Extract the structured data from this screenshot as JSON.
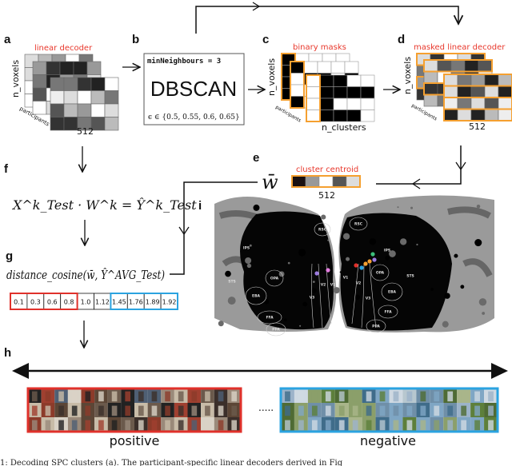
{
  "panels": {
    "a": {
      "label": "a",
      "title": "linear decoder",
      "y_axis": "n_voxels",
      "depth_axis": "participants",
      "x_axis": "512"
    },
    "b": {
      "label": "b",
      "param1": "minNeighbours = 3",
      "method": "DBSCAN",
      "param2": "ϵ ∈ {0.5, 0.55, 0.6, 0.65}"
    },
    "c": {
      "label": "c",
      "title": "binary masks",
      "y_axis": "n_voxels",
      "depth_axis": "participants",
      "x_axis": "n_clusters"
    },
    "d": {
      "label": "d",
      "title": "masked linear decoder",
      "y_axis": "n_voxels",
      "depth_axis": "participants",
      "x_axis": "512"
    },
    "e": {
      "label": "e",
      "symbol": "w̄",
      "title": "cluster centroid",
      "x_axis": "512"
    },
    "f": {
      "label": "f",
      "formula": "X^k_Test · W^k = Ŷ^k_Test"
    },
    "g": {
      "label": "g",
      "formula": "distance_cosine(w̄, Ŷ^AVG_Test)",
      "distances": [
        "0.1",
        "0.3",
        "0.6",
        "0.8",
        "1.0",
        "1.12",
        "1.45",
        "1.76",
        "1.89",
        "1.92"
      ],
      "groups": [
        "positive",
        "positive",
        "positive",
        "positive",
        "neutral",
        "neutral",
        "negative",
        "negative",
        "negative",
        "negative"
      ]
    },
    "h": {
      "label": "h",
      "positive": "positive",
      "negative": "negative",
      "ellipsis": "....."
    },
    "i": {
      "label": "i",
      "rois_left": [
        "RSC",
        "IPS",
        "OPA",
        "EBA",
        "FFA",
        "PPA",
        "V1",
        "V2",
        "V3",
        "STS"
      ],
      "rois_right": [
        "RSC",
        "IPS",
        "OPA",
        "EBA",
        "FFA",
        "PPA",
        "V1",
        "V2",
        "V3",
        "STS"
      ]
    }
  },
  "caption_fragment": "1: Decoding SPC clusters (a). The participant-specific linear decoders derived in Fig",
  "colors": {
    "highlight": "#e8382c",
    "mask_border": "#f5a030",
    "positive": "#e0312b",
    "negative": "#2ba3e0"
  }
}
